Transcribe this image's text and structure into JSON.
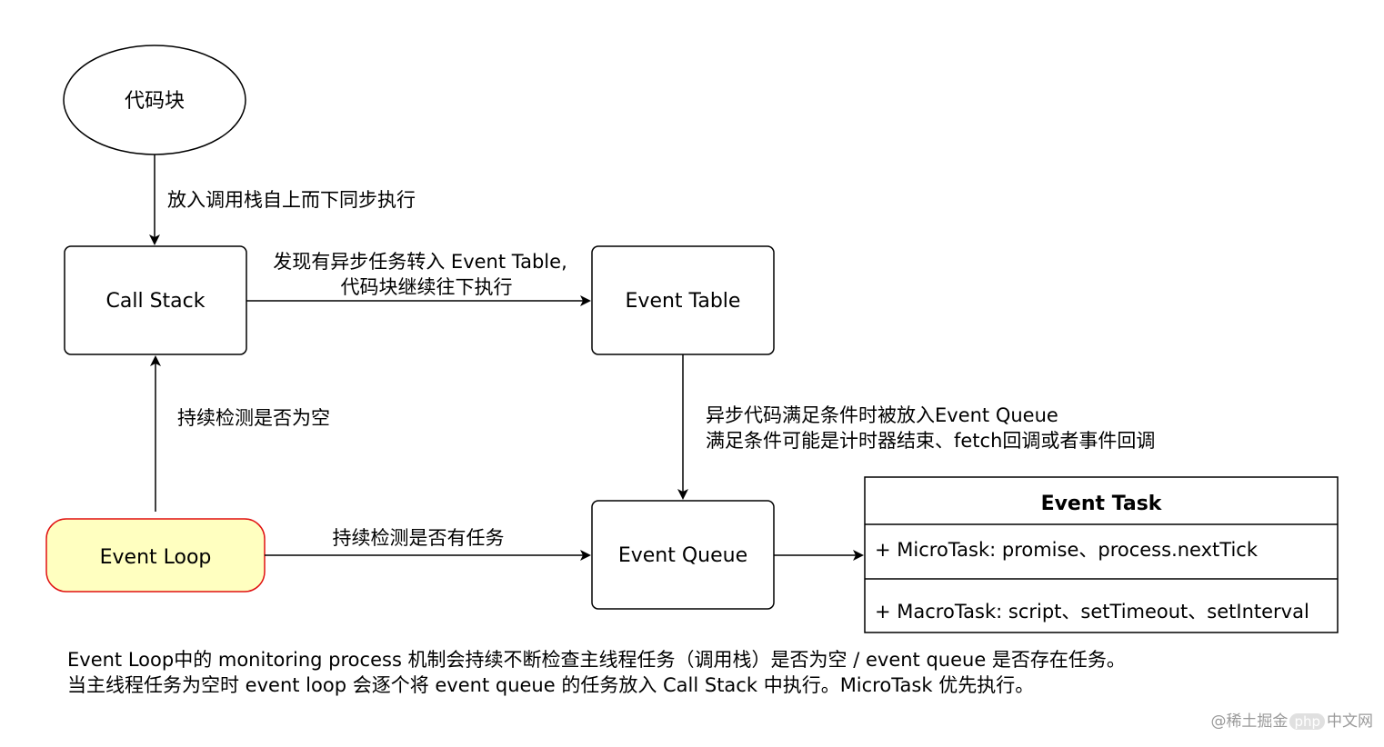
{
  "nodes": {
    "code_block": "代码块",
    "call_stack": "Call Stack",
    "event_table": "Event Table",
    "event_queue": "Event Queue",
    "event_loop": "Event Loop"
  },
  "edges": {
    "push_to_stack": "放入调用栈自上而下同步执行",
    "async_to_table_line1": "发现有异步任务转入 Event Table,",
    "async_to_table_line2": "代码块继续往下执行",
    "table_to_queue_line1": "异步代码满足条件时被放入Event Queue",
    "table_to_queue_line2": "满足条件可能是计时器结束、fetch回调或者事件回调",
    "loop_check_stack": "持续检测是否为空",
    "loop_check_queue": "持续检测是否有任务"
  },
  "event_task": {
    "title": "Event Task",
    "micro": "+ MicroTask: promise、process.nextTick",
    "macro": "+ MacroTask: script、setTimeout、setInterval"
  },
  "footnote": {
    "line1": "Event Loop中的 monitoring process 机制会持续不断检查主线程任务（调用栈）是否为空 / event queue 是否存在任务。",
    "line2": "当主线程任务为空时 event loop 会逐个将 event queue 的任务放入 Call Stack 中执行。MicroTask 优先执行。"
  },
  "watermark": {
    "left": "@稀土掘金",
    "badge": "php",
    "right": "中文网"
  },
  "colors": {
    "stroke": "#000000",
    "event_loop_fill": "#ffffc0",
    "event_loop_stroke": "#e01010"
  }
}
